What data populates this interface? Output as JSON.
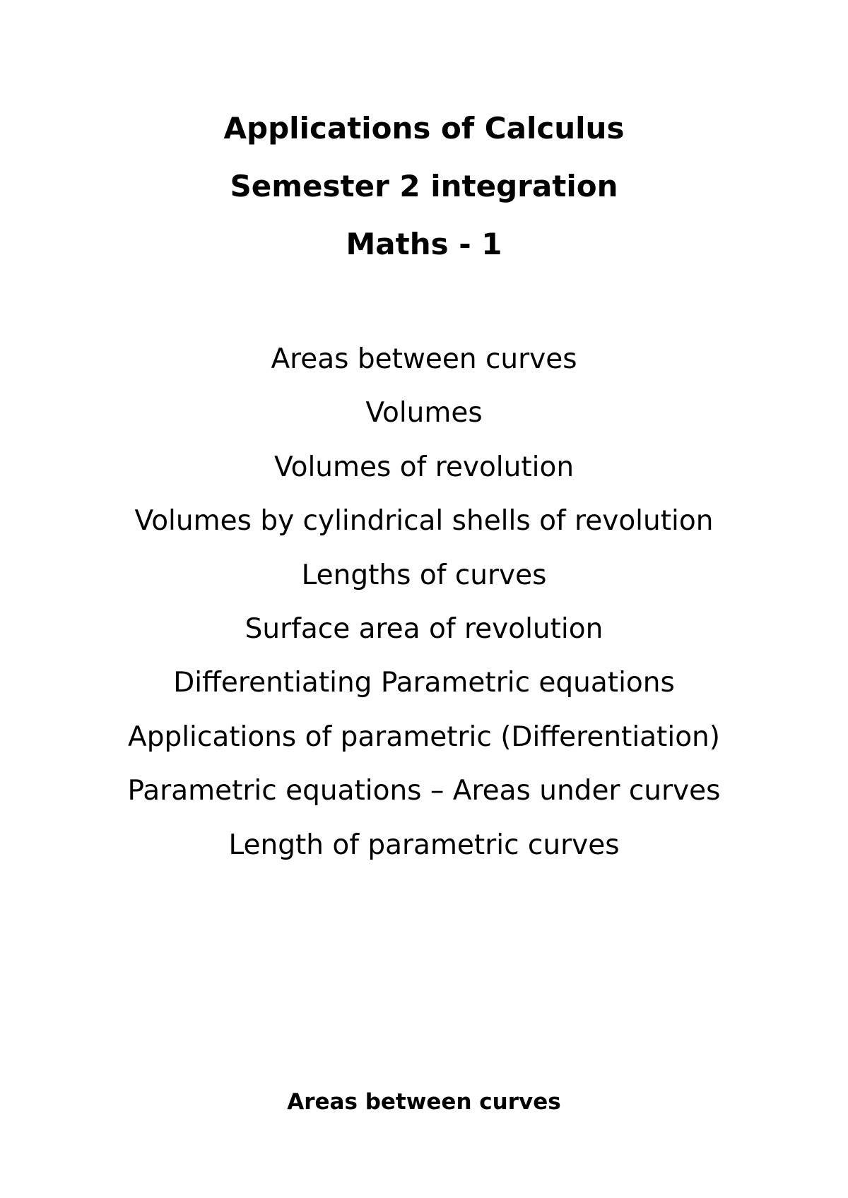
{
  "document": {
    "title_lines": [
      "Applications of Calculus",
      "Semester 2 integration",
      "Maths - 1"
    ],
    "topics": [
      "Areas between curves",
      "Volumes",
      "Volumes of revolution",
      "Volumes by cylindrical shells of revolution",
      "Lengths of curves",
      "Surface area of revolution",
      "Differentiating Parametric equations",
      "Applications of parametric (Differentiation)",
      "Parametric equations – Areas under curves",
      "Length of parametric curves"
    ],
    "section_heading": "Areas between curves"
  }
}
